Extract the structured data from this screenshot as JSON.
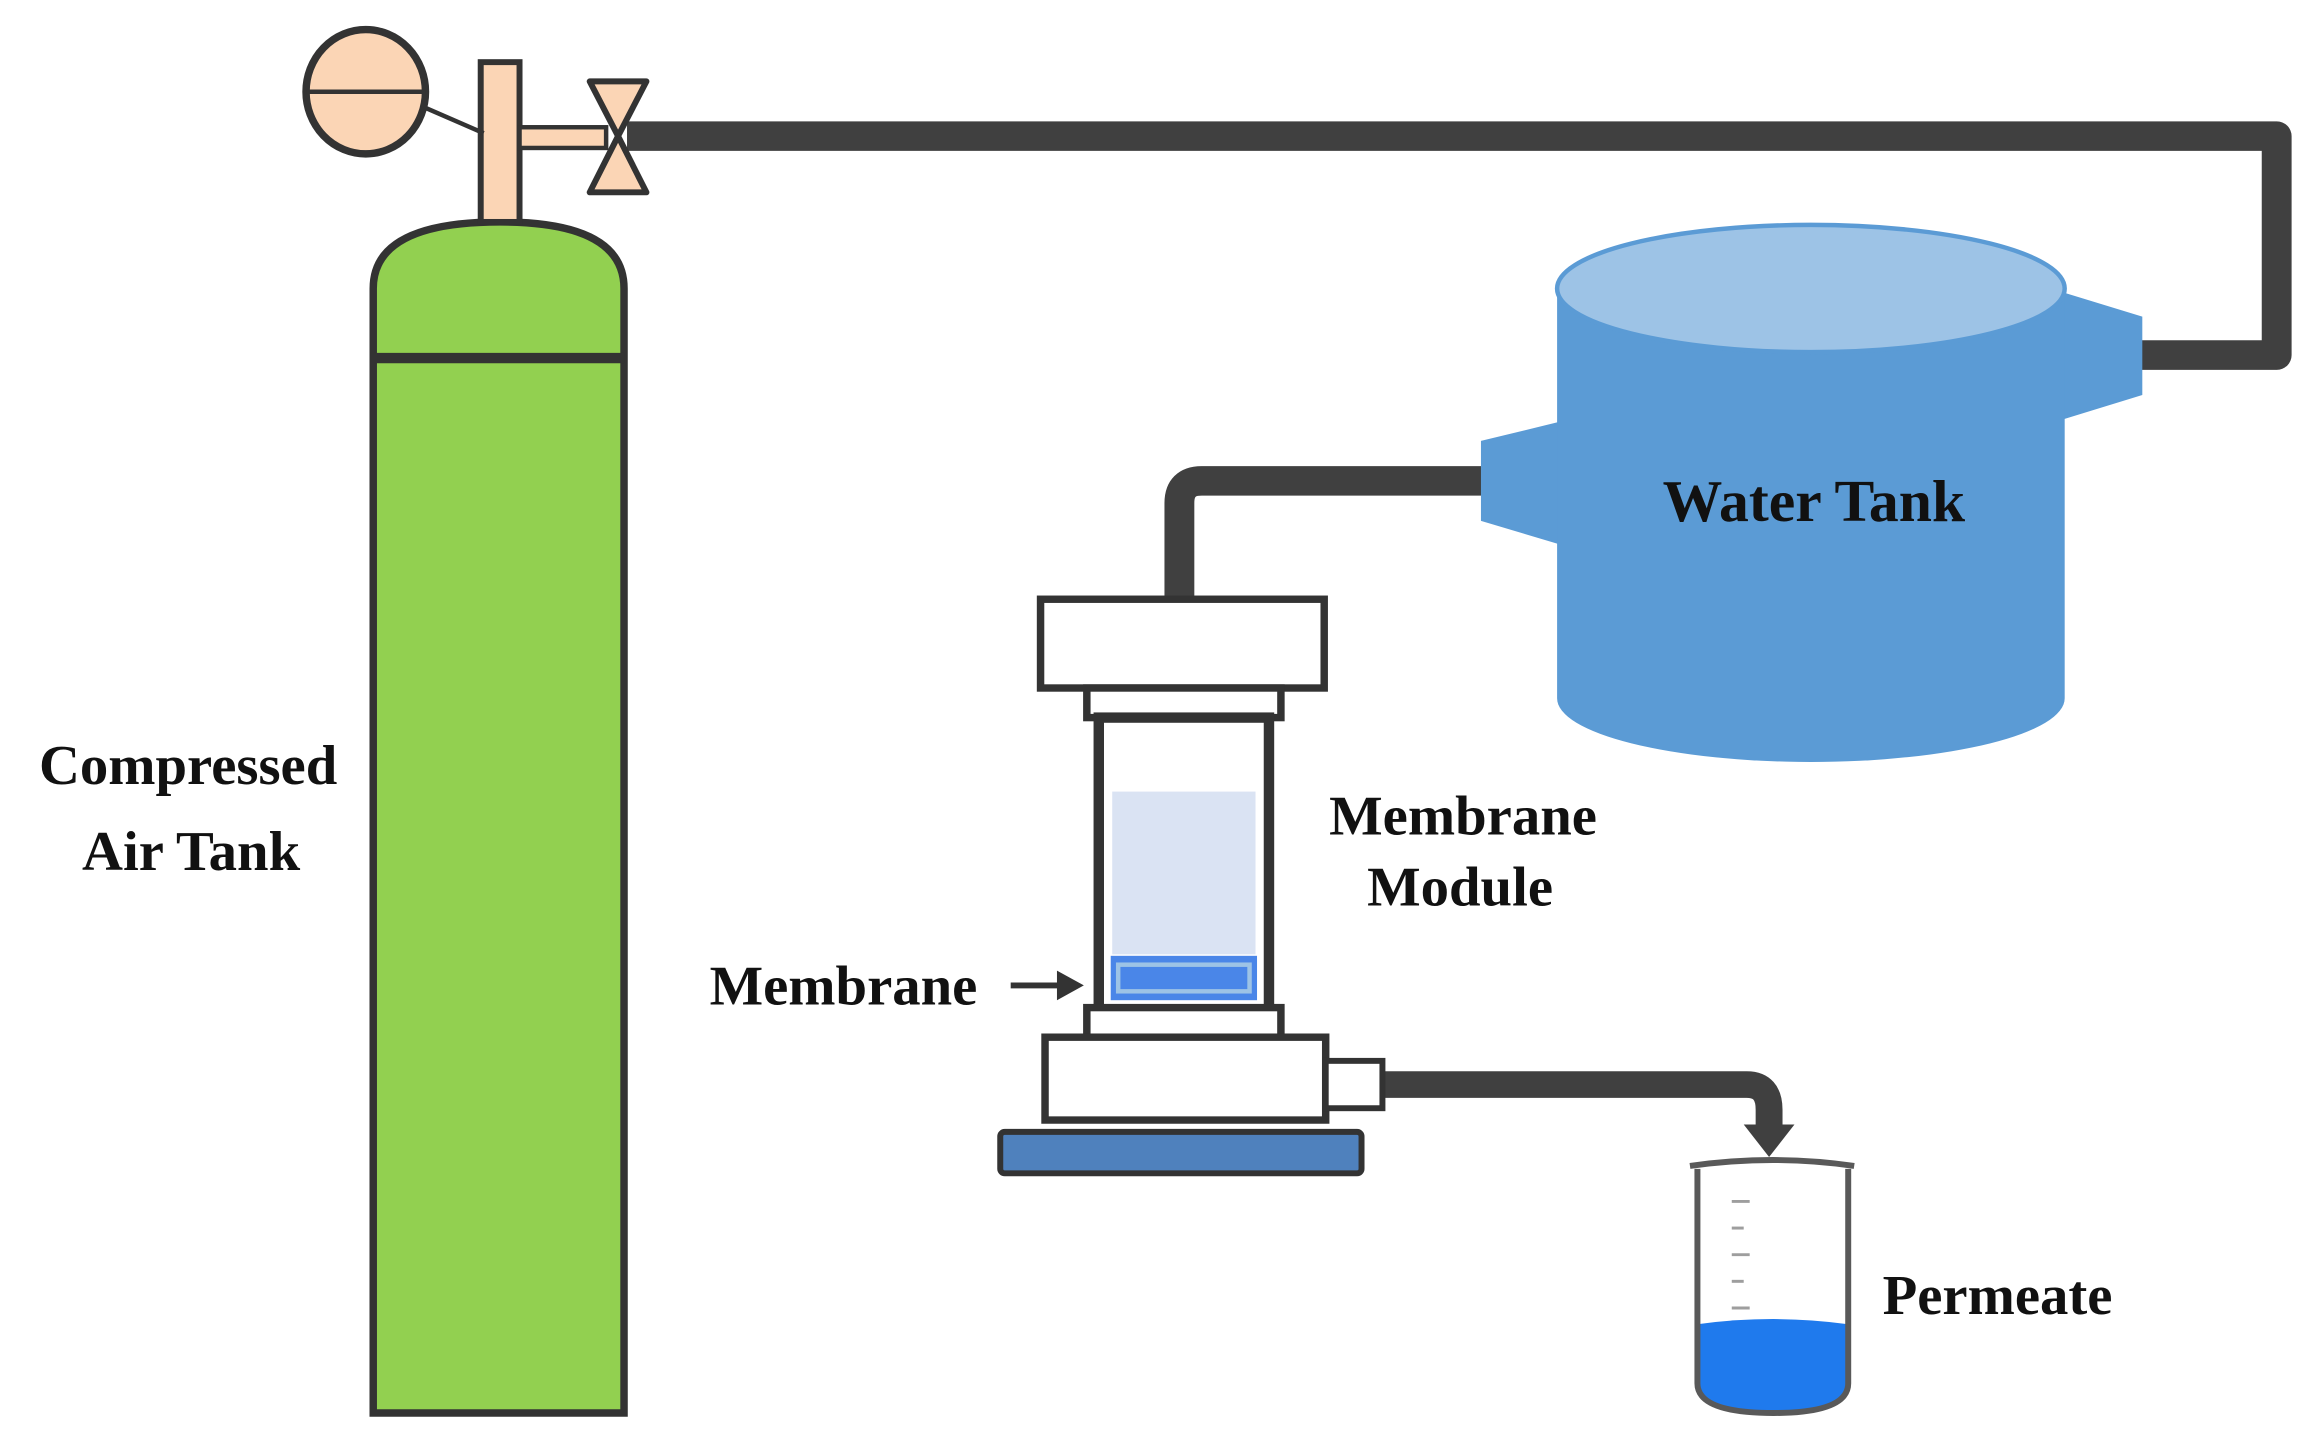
{
  "labels": {
    "compressed_air_tank": [
      "Compressed",
      "Air Tank"
    ],
    "water_tank": "Water Tank",
    "membrane_module": [
      "Membrane",
      "Module"
    ],
    "membrane": "Membrane",
    "permeate": "Permeate"
  },
  "colors": {
    "cylinder_green": "#92d050",
    "regulator_peach": "#fbd5b5",
    "pipe_gray": "#404040",
    "water_tank_blue": "#5b9bd5",
    "water_surface_blue": "#9dc3e6",
    "membrane_blue": "#4a86e8",
    "membrane_liquid": "#dae3f3",
    "base_blue": "#4f81bd",
    "permeate_blue": "#1f7aed",
    "outline": "#333333"
  },
  "icons": {
    "valve": "bowtie-valve-icon",
    "gauge": "pressure-gauge-icon",
    "arrow": "arrow-right-icon"
  }
}
